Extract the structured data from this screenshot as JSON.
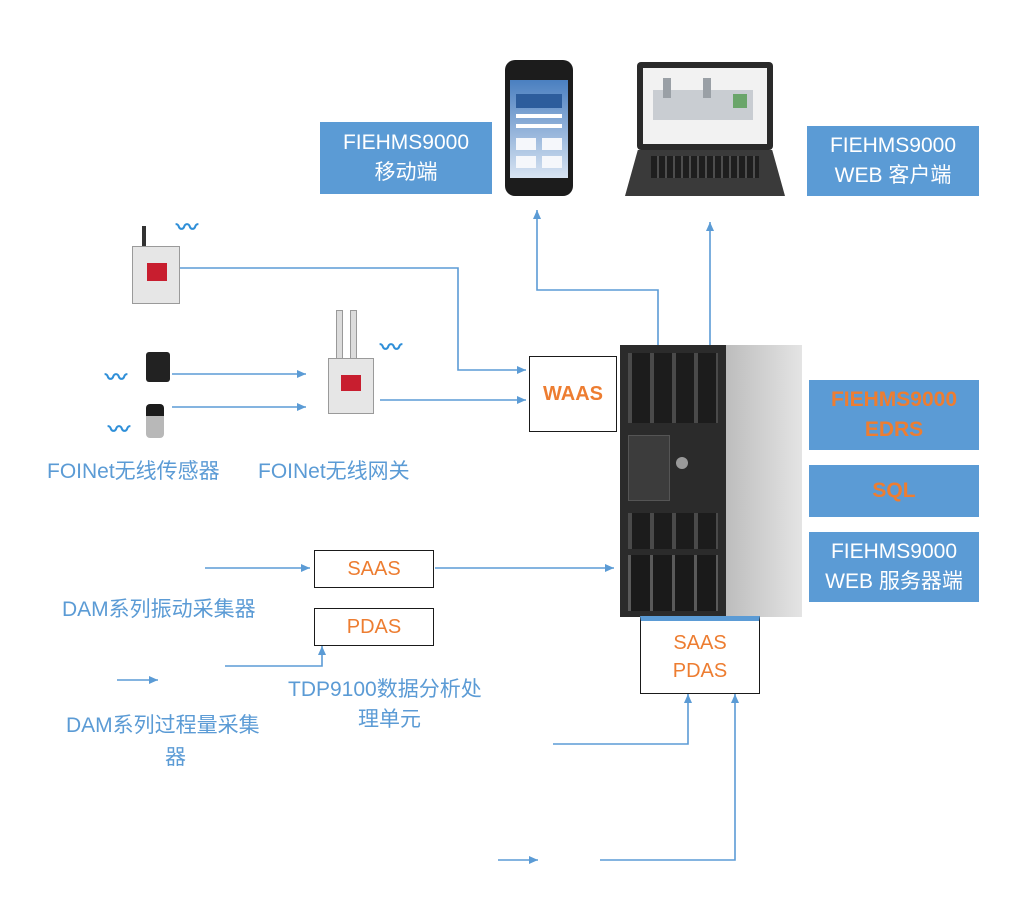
{
  "client_boxes": {
    "mobile_line1": "FIEHMS9000",
    "mobile_line2": "移动端",
    "web_line1": "FIEHMS9000",
    "web_line2": "WEB 客户端"
  },
  "server_boxes": {
    "edrs_line1": "FIEHMS9000",
    "edrs_line2": "EDRS",
    "sql": "SQL",
    "webserver_line1": "FIEHMS9000",
    "webserver_line2": "WEB 服务器端"
  },
  "gateways": {
    "waas": "WAAS",
    "saas": "SAAS",
    "pdas": "PDAS",
    "saas_pdas_line1": "SAAS",
    "saas_pdas_line2": "PDAS"
  },
  "labels": {
    "wireless_sensor": "FOINet无线传感器",
    "wireless_gateway": "FOINet无线网关",
    "dam_vibration": "DAM系列振动采集器",
    "tdp_line1": "TDP9100数据分析处",
    "tdp_line2": "理单元",
    "dam_process_line1": "DAM系列过程量采集",
    "dam_process_line2": "器"
  },
  "colors": {
    "box_blue": "#5b9bd5",
    "accent_orange": "#ed7d31",
    "line_blue": "#5b9bd5"
  }
}
